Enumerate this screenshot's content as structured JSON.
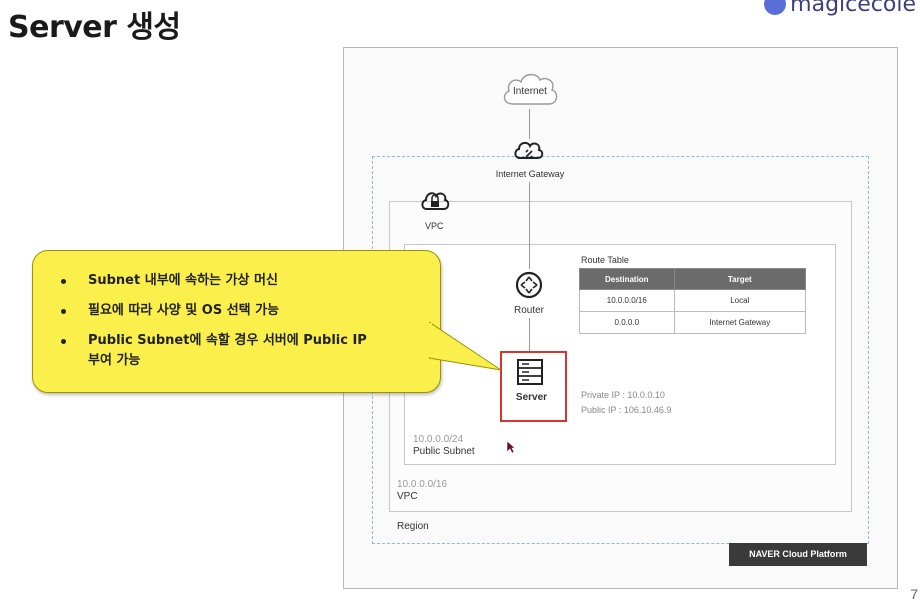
{
  "slide": {
    "title": "Server 생성",
    "brand": "magicecole",
    "page_number": "7"
  },
  "diagram": {
    "internet_label": "Internet",
    "gateway_label": "Internet Gateway",
    "vpc_icon_label": "VPC",
    "router_label": "Router",
    "server_label": "Server",
    "route_table": {
      "title": "Route Table",
      "headers": [
        "Destination",
        "Target"
      ],
      "rows": [
        [
          "10.0.0.0/16",
          "Local"
        ],
        [
          "0.0.0.0",
          "Internet Gateway"
        ]
      ]
    },
    "private_ip": "Private IP : 10.0.0.10",
    "public_ip": "Public IP : 106.10.46.9",
    "subnet": {
      "cidr": "10.0.0.0/24",
      "name": "Public Subnet"
    },
    "vpc": {
      "cidr": "10.0.0.0/16",
      "name": "VPC"
    },
    "region_label": "Region",
    "platform_badge": "NAVER Cloud Platform",
    "colors": {
      "server_highlight": "#d6342e",
      "callout": "#fbf04b",
      "region_border": "#8fbcd8"
    }
  },
  "callout": {
    "bullets": [
      "Subnet 내부에 속하는 가상 머신",
      "필요에 따라 사양 및 OS 선택 가능",
      "Public Subnet에 속할 경우 서버에 Public IP",
      "부여 가능"
    ]
  }
}
